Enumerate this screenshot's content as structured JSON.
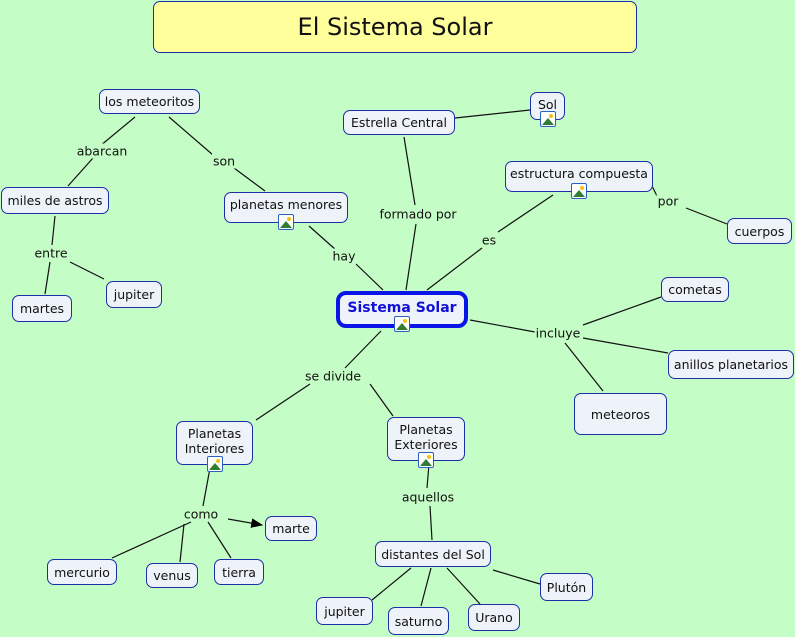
{
  "title": "El Sistema Solar",
  "concepts": {
    "sistema_solar": "Sistema Solar",
    "los_meteoritos": "los meteoritos",
    "estrella_central": "Estrella Central",
    "sol": "Sol",
    "estructura_compuesta": "estructura compuesta",
    "cuerpos": "cuerpos",
    "miles_de_astros": "miles de astros",
    "planetas_menores": "planetas menores",
    "martes": "martes",
    "jupiter_1": "jupiter",
    "cometas": "cometas",
    "anillos_planetarios": "anillos planetarios",
    "meteoros": "meteoros",
    "planetas_interiores": "Planetas Interiores",
    "planetas_exteriores": "Planetas Exteriores",
    "marte": "marte",
    "mercurio": "mercurio",
    "venus": "venus",
    "tierra": "tierra",
    "distantes_del_sol": "distantes del Sol",
    "pluton": "Plutón",
    "jupiter_2": "jupiter",
    "saturno": "saturno",
    "urano": "Urano"
  },
  "links": {
    "abarcan": "abarcan",
    "son": "son",
    "formado_por": "formado por",
    "es": "es",
    "por": "por",
    "hay": "hay",
    "entre": "entre",
    "incluye": "incluye",
    "se_divide": "se divide",
    "aquellos": "aquellos",
    "como": "como"
  },
  "icons": [
    "image-attachment-icon"
  ]
}
